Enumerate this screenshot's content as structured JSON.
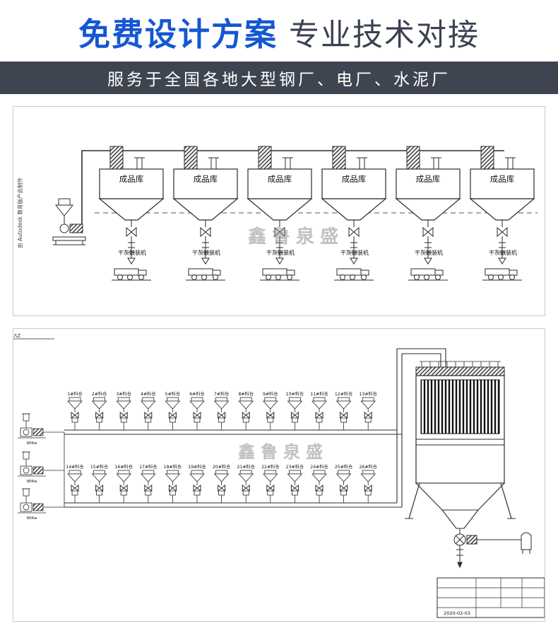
{
  "header": {
    "title_highlight": "免费设计方案",
    "title_rest": "专业技术对接",
    "subtitle": "服务于全国各地大型钢厂、电厂、水泥厂"
  },
  "colors": {
    "accent": "#1557d2",
    "banner_bg": "#3e4550",
    "drawing_stroke": "#2b2b2b",
    "watermark": "#8f8f8f"
  },
  "diagram1": {
    "watermark": "鑫鲁泉盛",
    "side_text": "由 Autodesk 教育版产品制作",
    "silo_label": "成品库",
    "loader_label": "干灰散装机",
    "silo_count": 6
  },
  "diagram2": {
    "watermark": "鑫鲁泉盛",
    "corner_label": "ZV",
    "top_row": [
      "1#料仓",
      "2#料仓",
      "3#料仓",
      "4#料仓",
      "5#料仓",
      "6#料仓",
      "7#料仓",
      "8#料仓",
      "9#料仓",
      "10#料仓",
      "11#料仓",
      "12#料仓",
      "13#料仓"
    ],
    "bottom_row": [
      "14#料仓",
      "15#料仓",
      "16#料仓",
      "17#料仓",
      "18#料仓",
      "19#料仓",
      "20#料仓",
      "21#料仓",
      "22#料仓",
      "23#料仓",
      "24#料仓",
      "25#料仓",
      "26#料仓"
    ],
    "blower_labels": [
      "90Kw",
      "90Kw",
      "90Kw"
    ],
    "title_block": {
      "date": "2020-02-03"
    }
  }
}
